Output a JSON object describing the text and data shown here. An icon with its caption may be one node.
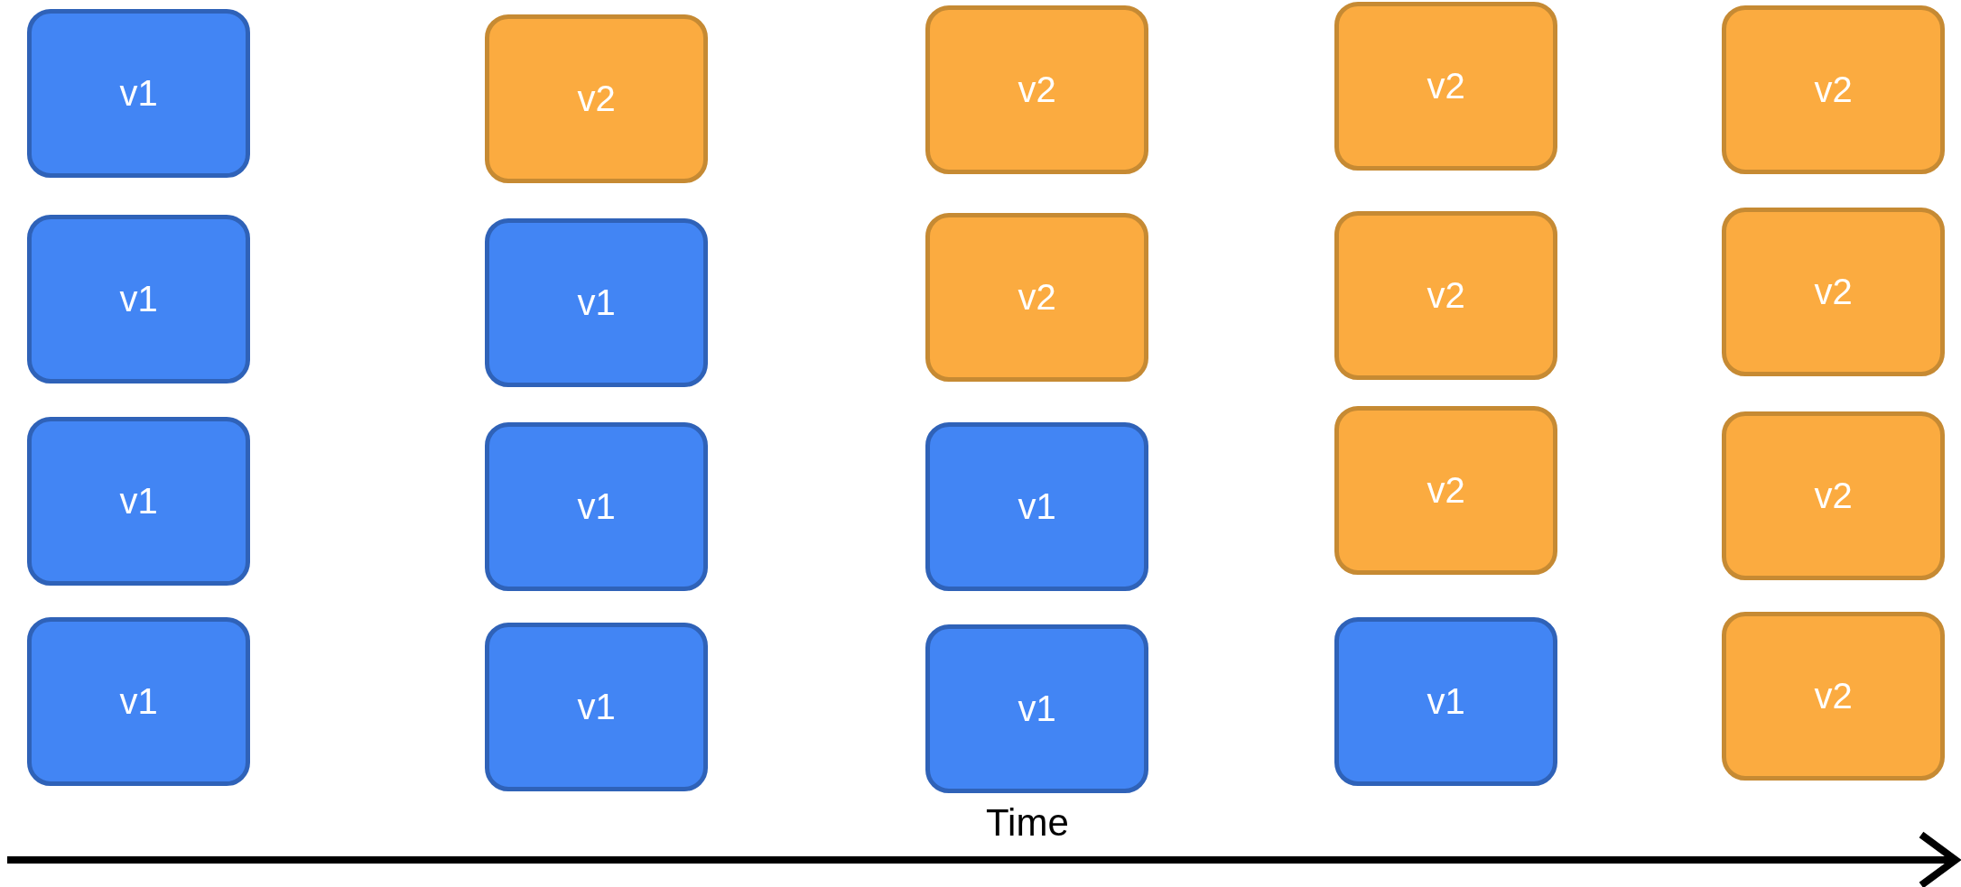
{
  "diagram": {
    "nodes": [
      {
        "text": [
          "v1"
        ]
      },
      {
        "text": [
          "v2"
        ]
      },
      {
        "text": [
          "v2"
        ]
      },
      {
        "text": [
          "v2"
        ]
      },
      {
        "text": [
          "v2"
        ]
      },
      {
        "text": [
          "v1"
        ]
      },
      {
        "text": [
          "v1"
        ]
      },
      {
        "text": [
          "v2"
        ]
      },
      {
        "text": [
          "v2"
        ]
      },
      {
        "text": [
          "v2"
        ]
      },
      {
        "text": [
          "v1"
        ]
      },
      {
        "text": [
          "v1"
        ]
      },
      {
        "text": [
          "v1"
        ]
      },
      {
        "text": [
          "v2"
        ]
      },
      {
        "text": [
          "v2"
        ]
      },
      {
        "text": [
          "v1"
        ]
      },
      {
        "text": [
          "v1"
        ]
      },
      {
        "text": [
          "v1"
        ]
      },
      {
        "text": [
          "v1"
        ]
      },
      {
        "text": [
          "v2"
        ]
      }
    ],
    "labels": [
      "Time"
    ]
  }
}
